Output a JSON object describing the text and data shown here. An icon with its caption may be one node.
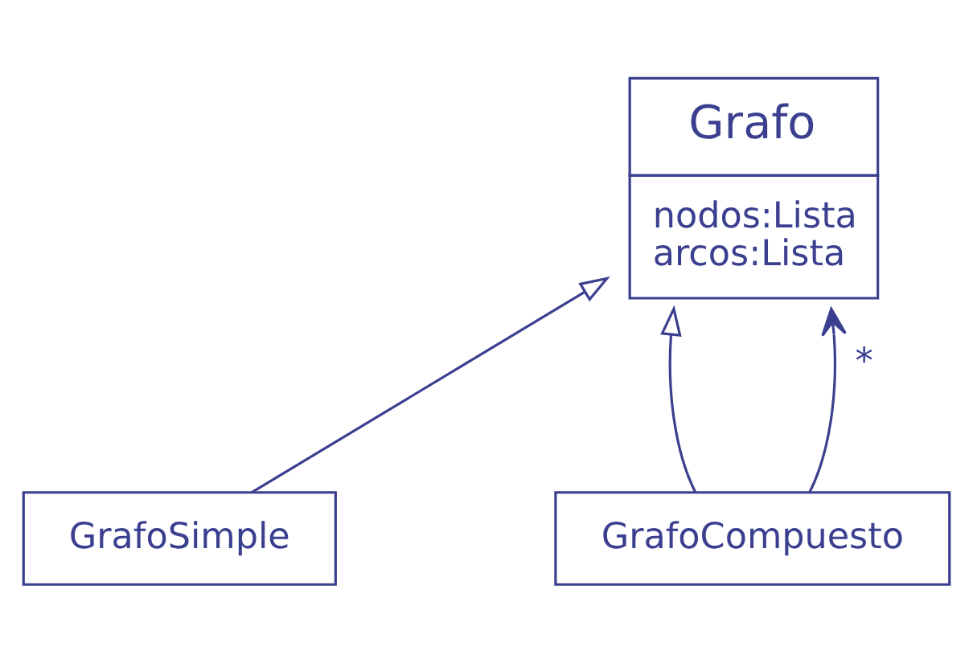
{
  "diagram": {
    "nodes": [
      {
        "text": [
          "Grafo",
          "nodos:Lista",
          "arcos:Lista"
        ]
      },
      {
        "text": [
          "GrafoSimple"
        ]
      },
      {
        "text": [
          "GrafoCompuesto"
        ]
      }
    ],
    "edges": [
      {
        "from": 1,
        "to": 0,
        "arrow": "to"
      },
      {
        "from": 2,
        "to": 0,
        "arrow": "to"
      },
      {
        "from": 2,
        "to": 0,
        "arrow": "to",
        "label": "*"
      }
    ]
  }
}
